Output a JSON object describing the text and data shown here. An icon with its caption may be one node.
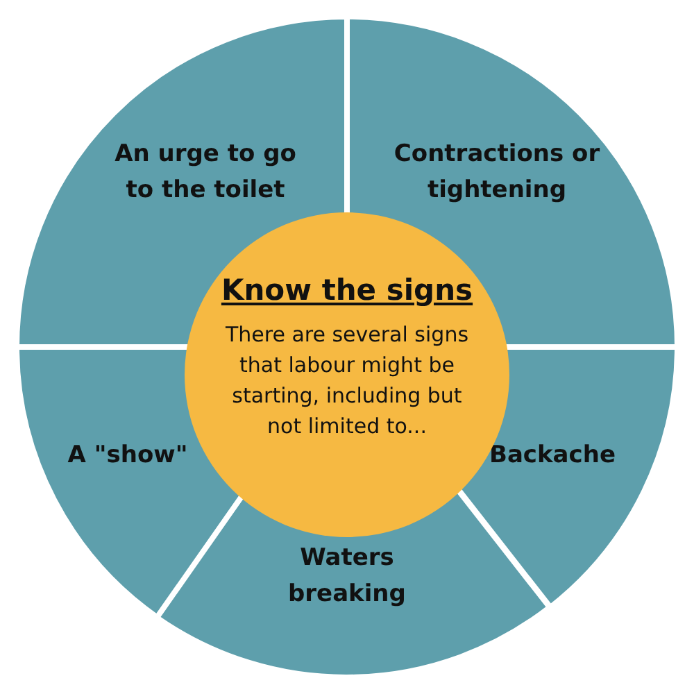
{
  "diagram": {
    "nodes": [
      {
        "text": [
          "An urge to go to the toilet"
        ]
      },
      {
        "text": [
          "Contractions or tightening"
        ]
      },
      {
        "text": [
          "Know the signs",
          "There are several signs that labour might be starting, including but not limited to..."
        ]
      },
      {
        "text": [
          "A \"show\""
        ]
      },
      {
        "text": [
          "Backache"
        ]
      },
      {
        "text": [
          "Waters breaking"
        ]
      }
    ]
  }
}
